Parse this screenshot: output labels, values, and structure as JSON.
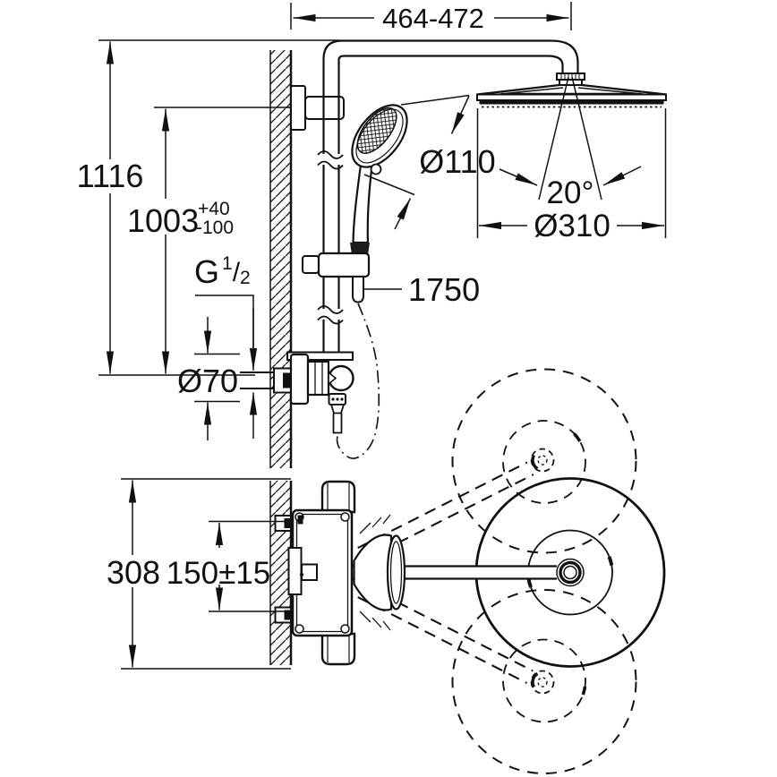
{
  "drawing": {
    "type": "technical dimension drawing",
    "subject": "wall-mounted thermostatic shower system with head shower and hand shower",
    "colors": {
      "line": "#111111",
      "background": "#ffffff"
    }
  },
  "labels": {
    "arm_projection": "464-472",
    "total_height": "1116",
    "rail_height": "1003",
    "rail_tol_plus": "+40",
    "rail_tol_minus": "-100",
    "thread_letter": "G",
    "thread_numerator": "1",
    "thread_slash": "/",
    "thread_denominator": "2",
    "hand_shower_diameter": "Ø110",
    "spray_angle": "20°",
    "head_shower_diameter": "Ø310",
    "hose_length": "1750",
    "escutcheon_diameter": "Ø70",
    "body_width": "308",
    "connection_distance": "150±15"
  }
}
